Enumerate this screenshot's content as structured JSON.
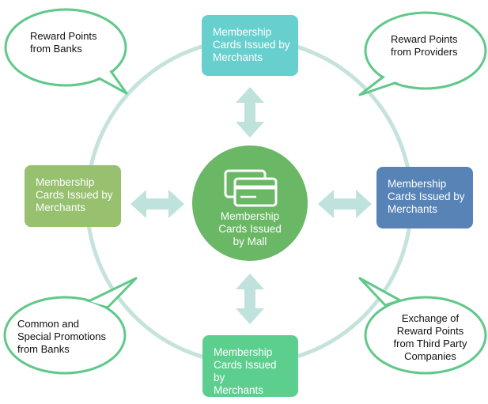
{
  "colors": {
    "ring": "#c5e3dc",
    "arrow": "#c0e2dc",
    "bubble_stroke": "#5fc88a",
    "center": "#6ab765",
    "box_top": "#67d0ce",
    "box_left": "#97c06f",
    "box_right": "#5783b6",
    "box_bottom": "#5ccf8f"
  },
  "center": {
    "icon": "credit-cards-icon",
    "lines": [
      "Membership",
      "Cards Issued",
      "by Mall"
    ]
  },
  "boxes": {
    "top": {
      "lines": [
        "Membership",
        "Cards Issued by",
        "Merchants"
      ]
    },
    "left": {
      "lines": [
        "Membership",
        "Cards Issued by",
        "Merchants"
      ]
    },
    "right": {
      "lines": [
        "Membership",
        "Cards Issued by",
        "Merchants"
      ]
    },
    "bottom": {
      "lines": [
        "Membership",
        "Cards Issued by",
        "Merchants"
      ]
    }
  },
  "bubbles": {
    "top_left": {
      "lines": [
        "Reward Points",
        "from Banks"
      ]
    },
    "top_right": {
      "lines": [
        "Reward Points",
        "from Providers"
      ]
    },
    "bottom_left": {
      "lines": [
        "Common and",
        "Special Promotions",
        "from Banks"
      ]
    },
    "bottom_right": {
      "lines": [
        "Exchange of",
        "Reward Points",
        "from Third Party",
        "Companies"
      ]
    }
  }
}
